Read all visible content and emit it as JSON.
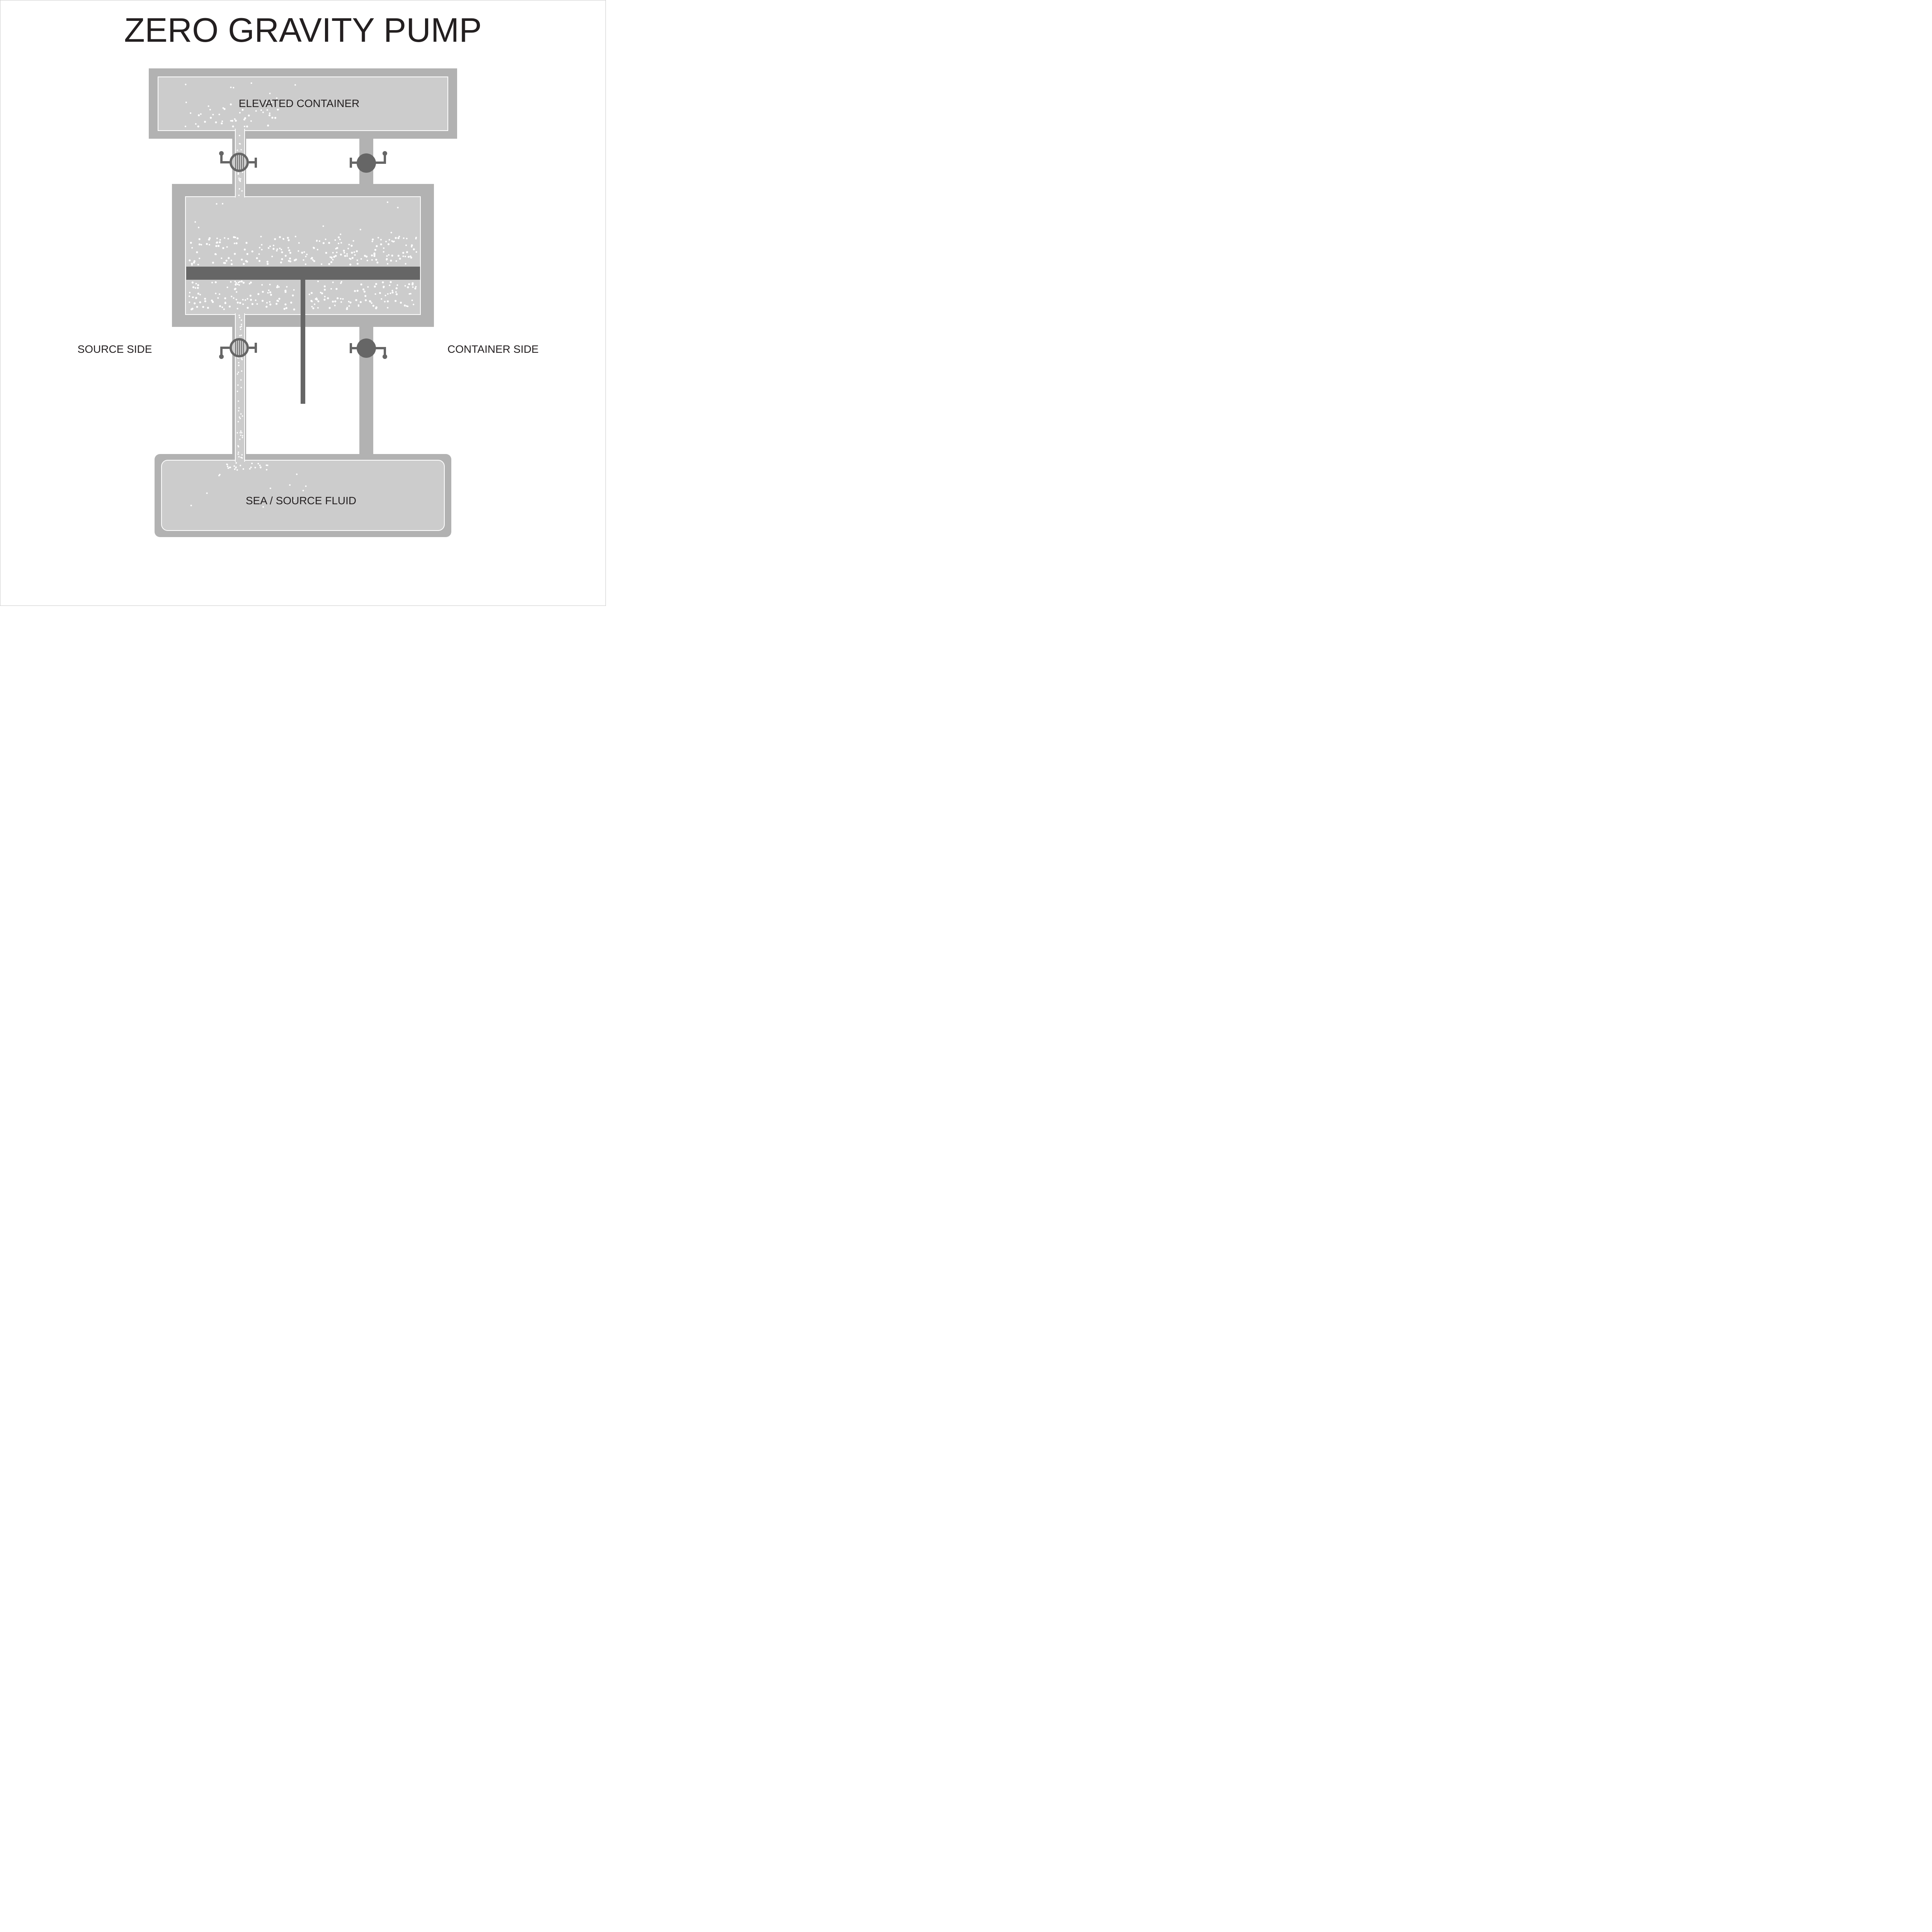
{
  "title": "ZERO GRAVITY PUMP",
  "labels": {
    "elevated_container": "ELEVATED CONTAINER",
    "source_side": "SOURCE SIDE",
    "container_side": "CONTAINER SIDE",
    "sea_source_fluid": "SEA / SOURCE FLUID"
  },
  "valves": {
    "source_upper": {
      "state": "open"
    },
    "container_upper": {
      "state": "closed"
    },
    "source_lower": {
      "state": "open"
    },
    "container_lower": {
      "state": "closed"
    }
  },
  "colors": {
    "frame": "#b2b2b2",
    "fluid": "#cccccc",
    "piston": "#666666",
    "bubble": "#ffffff",
    "text": "#231f20"
  },
  "icons": {
    "open_valve": "hatched-circle-valve-icon",
    "closed_valve": "filled-circle-valve-icon"
  }
}
